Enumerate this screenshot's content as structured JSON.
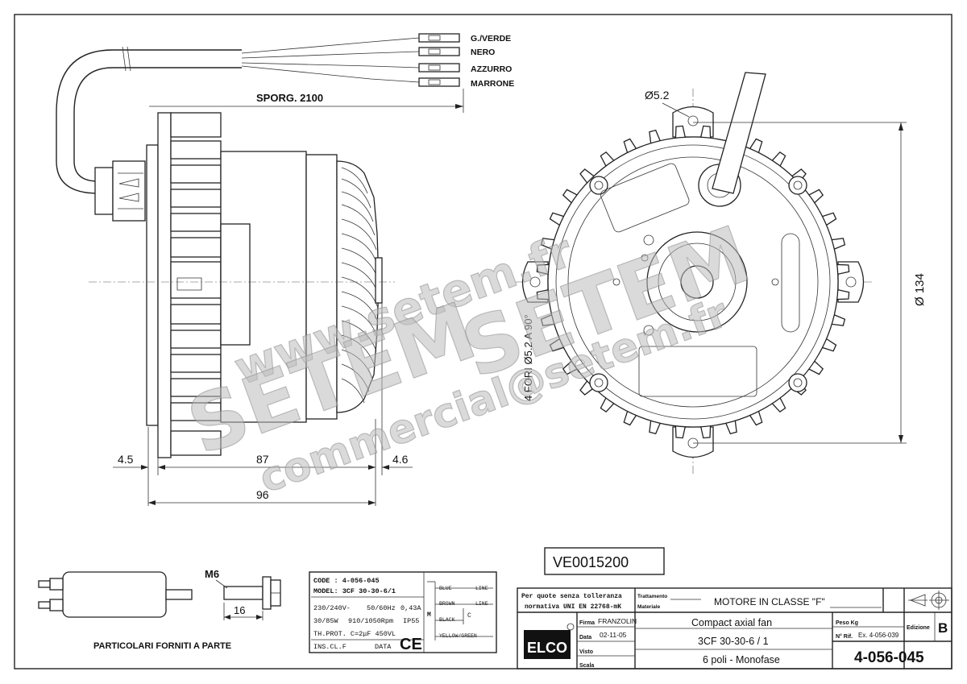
{
  "wires": [
    "G./VERDE",
    "NERO",
    "AZZURRO",
    "MARRONE"
  ],
  "dims": {
    "sporg": "SPORG. 2100",
    "hole": "Ø5.2",
    "diameter": "Ø 134",
    "holes_note": "4 FORI Ø5.2 A 90°",
    "d_left": "4.5",
    "d_body": "87",
    "d_right": "4.6",
    "d_total": "96",
    "m6": "M6",
    "d16": "16"
  },
  "accessories_caption": "PARTICOLARI FORNITI A PARTE",
  "code_box": "VE0015200",
  "label": {
    "code": "CODE : 4-056-045",
    "model": "MODEL: 3CF 30-30-6/1",
    "row1a": "230/240V-",
    "row1b": "50/60Hz",
    "row1c": "0,43A",
    "row2a": "30/85W",
    "row2b": "910/1050Rpm",
    "row2c": "IP55",
    "row3": "TH.PROT. C=2μF 450VL",
    "row4a": "INS.CL.F",
    "row4b": "DATA",
    "ce": "CE",
    "blue": "BLUE",
    "brown": "BROWN",
    "black": "BLACK",
    "yg": "YELLOW/GREEN",
    "line1": "LINE",
    "line2": "LINE",
    "c": "C",
    "m": "M"
  },
  "title_block": {
    "tol1": "Per quote senza tolleranza",
    "tol2": "normativa UNI EN 22768-mK",
    "trattamento": "Trattamento",
    "materiale": "Materiale",
    "class": "MOTORE IN CLASSE \"F\"",
    "brand": "ELCO",
    "firma_label": "Firma",
    "firma": "FRANZOLIN",
    "data_label": "Data",
    "data": "02-11-05",
    "visto_label": "Visto",
    "scala_label": "Scala",
    "title1": "Compact axial fan",
    "title2": "3CF 30-30-6 / 1",
    "title3": "6 poli - Monofase",
    "peso": "Peso Kg",
    "rif_label": "N° Rif.",
    "rif": "Ex. 4-056-039",
    "edizione_label": "Edizione",
    "edizione": "B",
    "number": "4-056-045"
  },
  "watermark": {
    "w1": "www.setem.fr",
    "w2": "SETEM",
    "w3": "SETEM",
    "w4": "commercial@setem.fr"
  }
}
